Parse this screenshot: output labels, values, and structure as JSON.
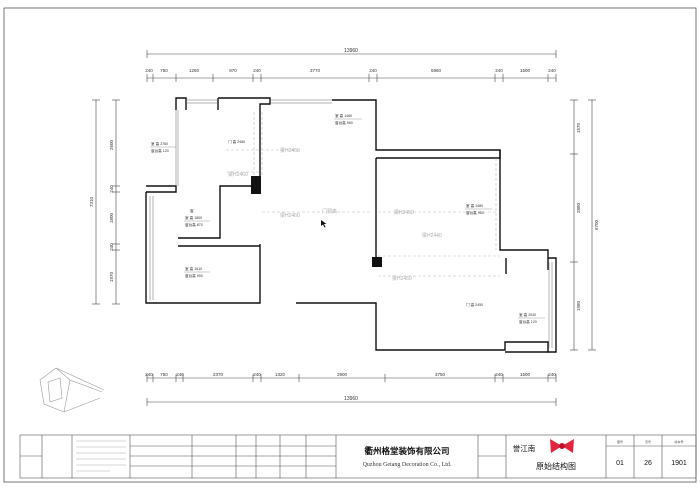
{
  "dimensions": {
    "top_total": "13960",
    "top_segments": [
      "240",
      "750",
      "1250",
      "870",
      "240",
      "3770",
      "240",
      "5960",
      "240",
      "1500",
      "240"
    ],
    "bottom_total": "13960",
    "bottom_segments": [
      "240",
      "750",
      "240",
      "2370",
      "240",
      "1320",
      "2900",
      "3750",
      "240",
      "1500",
      "240"
    ],
    "left_outer": "7310",
    "left_segments": [
      "2600",
      "240",
      "1800",
      "240",
      "1970"
    ],
    "right_outer": "6700",
    "right_segments": [
      "1570",
      "2880",
      "1980"
    ]
  },
  "rooms": [
    {
      "name": "室 高",
      "value": "2760",
      "sub": "窗台高",
      "sub_value": "120"
    },
    {
      "name": "室 高",
      "value": "1800",
      "sub": "窗台高",
      "sub_value": "870"
    },
    {
      "name": "室 高",
      "value": "1610",
      "sub": "窗台高",
      "sub_value": "900"
    },
    {
      "name": "室 高",
      "value": "1480",
      "sub": "窗台高",
      "sub_value": "950"
    },
    {
      "name": "室 高",
      "value": "1480",
      "sub": "窗台高",
      "sub_value": "950"
    },
    {
      "name": "室 高",
      "value": "2040",
      "sub": "窗台高",
      "sub_value": "120"
    }
  ],
  "door_labels": [
    {
      "text": "门 高 2480"
    },
    {
      "text": "门 高 2450"
    },
    {
      "text": "窗"
    }
  ],
  "beam_labels": [
    "梁H2460",
    "梁H2460",
    "梁H2460",
    "梁H2450",
    "梁H2440",
    "梁H2450"
  ],
  "center_label": "门洞高",
  "title_block": {
    "company_cn": "衢州格堂装饰有限公司",
    "company_en": "Quzhou Getang Decoration Co., Ltd.",
    "project": "誉江南",
    "drawing_name": "原始结构图",
    "cells": [
      "01",
      "26",
      "1901"
    ],
    "header_labels": [
      "图号",
      "页号",
      "版本号"
    ]
  }
}
